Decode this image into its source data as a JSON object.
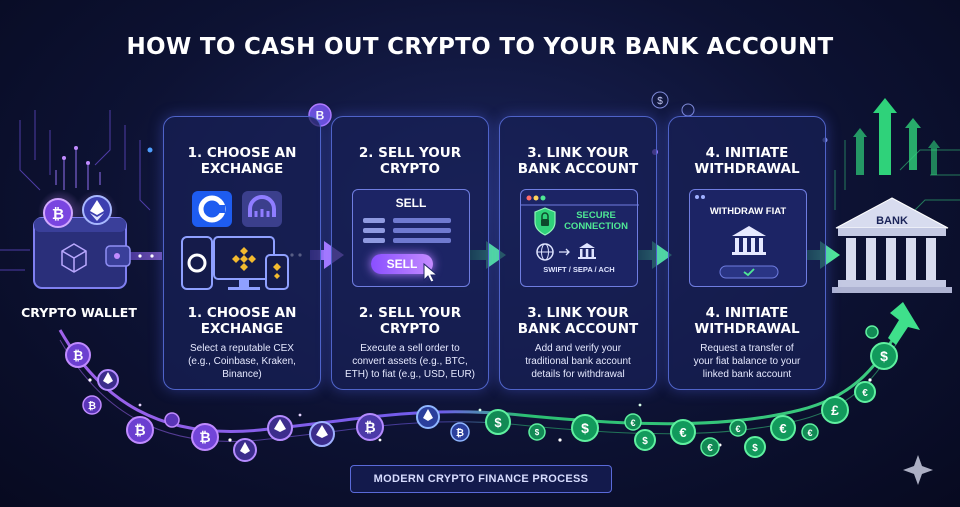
{
  "title": "HOW TO CASH OUT CRYPTO TO YOUR BANK ACCOUNT",
  "wallet_label": "CRYPTO WALLET",
  "bank_label": "BANK",
  "footer": "MODERN CRYPTO FINANCE PROCESS",
  "steps": [
    {
      "title_l1": "1. CHOOSE AN",
      "title_l2": "EXCHANGE",
      "desc": [
        "Select a reputable CEX",
        "(e.g., Coinbase, Kraken,",
        "Binance)"
      ]
    },
    {
      "title_l1": "2. SELL YOUR",
      "title_l2": "CRYPTO",
      "desc": [
        "Execute a sell order to",
        "convert assets (e.g., BTC,",
        "ETH) to fiat (e.g., USD, EUR)"
      ],
      "panel_heading": "SELL",
      "button_label": "SELL"
    },
    {
      "title_l1": "3. LINK YOUR",
      "title_l2": "BANK ACCOUNT",
      "desc": [
        "Add and verify your",
        "traditional bank account",
        "details for withdrawal"
      ],
      "secure_l1": "SECURE",
      "secure_l2": "CONNECTION",
      "methods": "SWIFT / SEPA / ACH"
    },
    {
      "title_l1": "4. INITIATE",
      "title_l2": "WITHDRAWAL",
      "desc": [
        "Request a transfer of",
        "your fiat balance to your",
        "linked bank account"
      ],
      "panel_heading": "WITHDRAW FIAT"
    }
  ],
  "colors": {
    "accent_blue": "#4f63c8",
    "crypto_purple": "#a05cff",
    "fiat_green": "#2fd27a",
    "background": "#0d1233"
  },
  "icons": [
    "bitcoin-icon",
    "ethereum-icon",
    "wallet-icon",
    "coinbase-icon",
    "kraken-icon",
    "binance-icon",
    "phone-icon",
    "monitor-icon",
    "cursor-icon",
    "shield-icon",
    "globe-icon",
    "bank-icon",
    "dollar-icon",
    "euro-icon",
    "pound-icon",
    "sparkle-icon"
  ]
}
